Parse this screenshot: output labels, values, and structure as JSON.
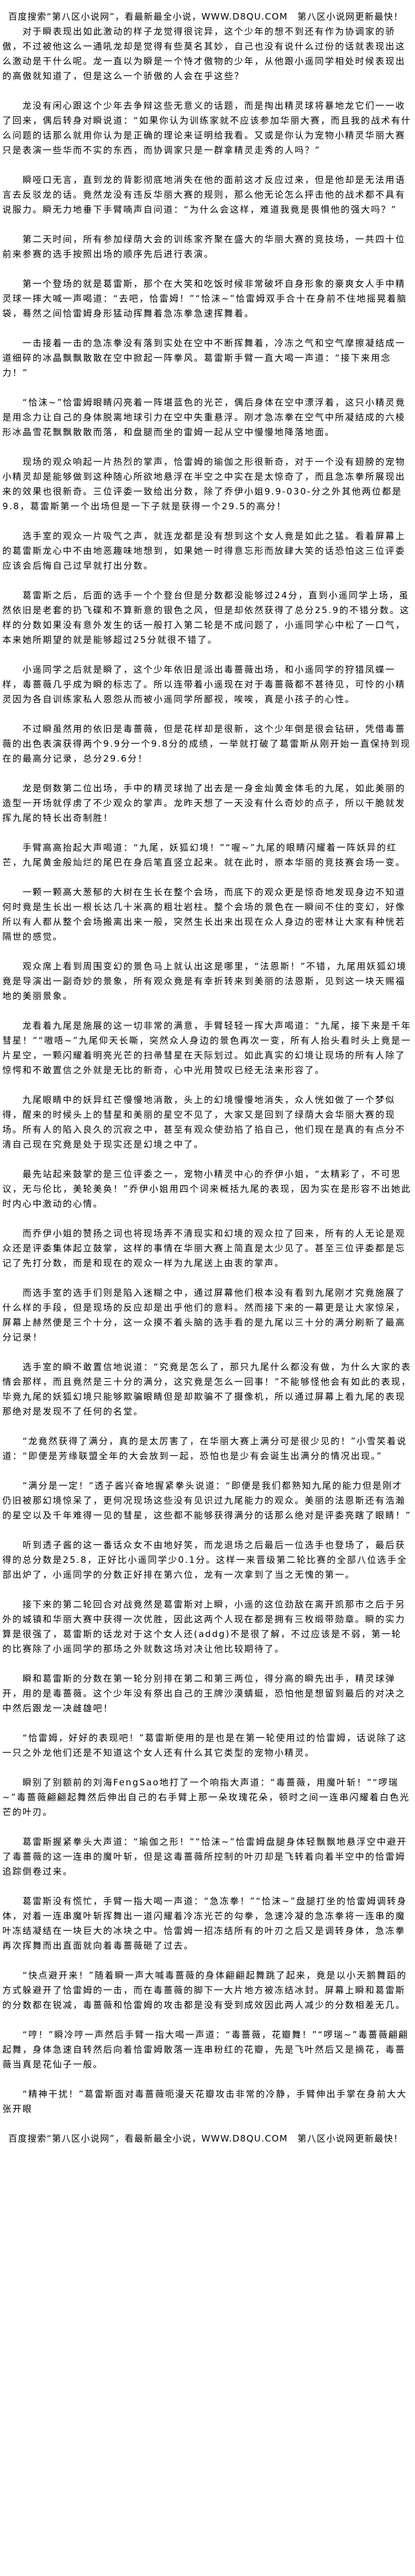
{
  "banner": {
    "top": "百度搜索“第八区小说网”，看最新最全小说，WWW.D8QU.COM　第八区小说网更新最快！",
    "bottom": "百度搜索“第八区小说网”，看最新最全小说，WWW.D8QU.COM　第八区小说网更新最快！"
  },
  "paragraphs": [
    "对于瞬表现出如此激动的样子龙觉得很诧异，这个少年的想不到还有作为协调家的骄傲，不过被他这么一通吼龙却是觉得有些莫名其妙，自己也没有说什么过份的话就表现出这么激动是干什么呢。龙一直以为瞬是一个恃才傲物的少年，从他跟小遥同学相处时候表现出的高傲就知道了，但是这么一个骄傲的人会在乎这些？",
    "龙没有闲心跟这个少年去争辩这些无意义的话题，而是掏出精灵球将暴地龙它们一一收了回来，偶后转身对瞬说道：“如果你认为训练家就不应该参加华丽大赛，而且我的战术有什么问题的话那么就用你认为是正确的理论来证明给我看。又或是你认为宠物小精灵华丽大赛只是表演一些华而不实的东西，而协调家只是一群拿精灵走秀的人吗？”",
    "瞬哑口无言，直到龙的背影彻底地消失在他的面前这才反应过来，但是他却是无法用语言去反驳龙的话。竟然龙没有违反华丽大赛的规则，那么他无论怎么抨击他的战术都不具有说服力。瞬无力地垂下手臂喃声自问道：“为什么会这样，难道我竟是畏惧他的强大吗？”",
    "第二天时间，所有参加绿荫大会的训练家齐聚在盛大的华丽大赛的竞技场，一共四十位前来参赛的选手按照出场的顺序先后进行表演。",
    "第一个登场的就是葛雷斯，那个在大笑和吃饭时候非常破坏自身形象的豪爽女人手中精灵球一摔大喊一声喝道：“去吧，恰雷姆！”“恰沫~”恰雷姆双手合十在身前不住地摇晃着脑袋，蓦然之间恰雷姆身形猛动挥舞着急冻拳急速挥舞着。",
    "一击接着一击的急冻拳没有落到实处在空中不断挥舞着，冷冻之气和空气摩擦凝结成一道细碎的冰晶飘飘散散在空中掀起一阵拳风。葛雷斯手臂一直大喝一声道：“接下来用念力！”",
    "“恰沫~”恰雷姆眼睛闪亮着一阵堪蓝色的光芒，偶后身体在空中漂浮着，这只小精灵竟是用念力让自己的身体脱离地球引力在空中失重悬浮。刚才急冻拳在空气中所凝结成的六棱形冰晶雪花飘飘散散而落，和盘腿而坐的雷姆一起从空中慢慢地降落地面。",
    "现场的观众响起一片热烈的掌声，恰雷姆的瑜伽之形很新奇，对于一个没有翅膀的宠物小精灵却是能够做到这种随心所欲地悬浮在半空之中实在是太惊奇了，而且急冻拳所展现出来的效果也很新奇。三位评委一致给出分数，除了乔伊小姐9.9-030-分之外其他两位都是9.8，葛雷斯第一个出场但是一下子就是获得一个29.5的高分！",
    "选手室的观众一片吸气之声，就连龙都是没有想到这个女人竟是如此之猛。看着屏幕上的葛雷斯龙心中不由地恶趣味地想到，如果她一时得意忘形而放肆大笑的话恐怕这三位评委应该会后悔自己过早就打出分数。",
    "葛雷斯之后，后面的选手一个个登台但是分数都没能够过24分，直到小遥同学上场，虽然依旧是老套的扔飞碟和不算新意的银色之风，但是却依然获得了总分25.9的不错分数。这样的分数如果没有意外发生的话一般打入第二轮是不成问题了，小遥同学心中松了一口气，本来她所期望的就是能够超过25分就很不错了。",
    "小遥同学之后就是瞬了，这个少年依旧是派出毒蔷薇出场，和小遥同学的狩猎凤蝶一样，毒蔷薇几乎成为瞬的标志了。所以连带着小遥现在对于毒蔷薇都不甚待见，可怜的小精灵因为各自训练家私人恩怨从而被小遥同学所鄙视，唉唉，真是小孩子的心性。",
    "不过瞬虽然用的依旧是毒蔷薇，但是花样却是很新，这个少年倒是很会钻研，凭借毒蔷薇的出色表演获得两个9.9分一个9.8分的成绩，一举就打破了葛雷斯从刚开始一直保持到现在的最高分记录，总分29.6分！",
    "龙是倒数第二位出场，手中的精灵球抛了出去是一身金灿黄金体毛的九尾，如此美丽的造型一开场就俘虏了不少观众的掌声。龙昨天想了一天没有什么奇妙的点子，所以干脆就发挥九尾的特长出奇制胜！",
    "手臂高高抬起大声喝道：“九尾，妖狐幻境！”“喔~”九尾的眼睛闪耀着一阵妖异的红芒，九尾黄金般灿烂的尾巴在身后笔直竖立起来。就在此时，原本华丽的竞技赛会场一变。",
    "一颗一颗高大葱郁的大树在生长在整个会场，而底下的观众更是惊奇地发现身边不知道何时竟是生长出一根长达几十米高的粗壮岩柱。整个会场的景色在一瞬间不住的变幻，好像所以有人都从整个会场搬离出来一般，突然生长出来出现在众人身边的密林让大家有种恍若隔世的感觉。",
    "观众席上看到周围变幻的景色马上就认出这是哪里，“法恩斯！”不错，九尾用妖狐幻境竟是导演出一副奇妙的景象，所有观众竟是有幸折转来到美丽的法恩斯，见到这一块天赐福地的美丽景象。",
    "龙看着九尾是施展的这一切非常的满意，手臂轻轻一挥大声喝道：“九尾，接下来是千年彗星！”“嗷唔~”九尾仰天长嘶，突然众人身边的景色再次一变，所有人抬头看时头上竟是一片星空，一颗闪耀着明亮光芒的扫帚彗星在天际划过。如此真实的幻境让现场的所有人除了惊愕和不敢置信之外就是无比的新奇，心中光用赞叹已经无法来形容了。",
    "九尾眼睛中的妖异红芒慢慢地消散，头上的幻境慢慢地消失，众人恍如做了一个梦似得，醒来的时候头上的彗星和美丽的星空不见了，大家又是回到了绿荫大会华丽大赛的现场。所有人的陷入良久的沉寂之中，甚至有观众使劲掐了掐自己，他们现在是真的有点分不清自己现在究竟是处于现实还是幻境之中了。",
    "最先站起来鼓掌的是三位评委之一，宠物小精灵中心的乔伊小姐，“太精彩了，不可思议，无与伦比，美轮美奂！”乔伊小姐用四个词来概括九尾的表现，因为实在是形容不出她此时内心中激动的心情。",
    "而乔伊小姐的赞扬之词也将现场弄不清现实和幻境的观众拉了回来，所有的人无论是观众还是评委集体起立鼓掌，这样的事情在华丽大赛上简直是太少见了。甚至三位评委都是忘记了先打分数，而是和现在的观众一样为九尾送上由衷的掌声。",
    "而选手室的选手们则是陷入迷糊之中，通过屏幕他们根本没有看到九尾刚才究竟施展了什么样的手段，但是现场的反应却是出乎他们的意料。然而接下来的一幕更是让大家惊呆，屏幕上赫然便是三个十分，这一众摸不着头脑的选手看的是九尾以三十分的满分刷新了最高分记录！",
    "选手室的瞬不敢置信地说道：“究竟是怎么了，那只九尾什么都没有做，为什么大家的表情会那样，而且竟然是三十分的满分，这究竟是怎么一回事！”不能够怪他会有如此的表现，毕竟九尾的妖狐幻境只能够欺骗眼睛但是却欺骗不了摄像机，所以通过屏幕上看九尾的表现那绝对是发现不了任何的名堂。",
    "“龙竟然获得了满分，真的是太厉害了，在华丽大赛上满分可是很少见的！”小雪笑着说道：“即便是芳缘联盟全年的大会放到一起，恐怕也是少有会诞生出满分的情况出现。”",
    "“满分是一定！”透子酱兴奋地握紧拳头说道：“即便是我们都熟知九尾的能力但是刚才仍旧被那幻境惊呆了，更何况现场这些没有见识过九尾能力的观众。美丽的法恩斯还有浩瀚的星空以及千年难得一见的彗星，这些都不能够获得满分的话那么绝对是评委亮瞎了眼睛！”",
    "听到透子酱的这一番话众女不由地好笑，而龙退场之后最后一位选手也登场了，最后获得的总分数是25.8，正好比小遥同学少0.1分。这样一来晋级第二轮比赛的全部八位选手全部出炉了，小遥同学的分数正好排在第六位，龙有一次拿到了当之无愧的第一。",
    "接下来的第二轮回合对战竟然是葛雷斯对上瞬，小遥的这位劲敌在离开凯那市之后于另外的城镇和华丽大赛中获得一次优胜，因此这两个人现在都是拥有三枚缎带勋章。瞬的实力算是很强了，葛雷斯的话龙对于这个女人还(addg)不是很了解，不过应该是不弱，第一轮的比赛除了小遥同学的那场之外就数这场对决让他比较期待了。",
    "瞬和葛雷斯的分数在第一轮分别排在第二和第三两位，得分高的瞬先出手，精灵球弹开，用的是毒蔷薇。这个少年没有祭出自己的王牌沙漠蜻蜓，恐怕他是想留到最后的对决之中然后跟龙一决雌雄吧！",
    "“恰雷姆，好好的表现吧！”葛雷斯使用的是也是在第一轮使用过的恰雷姆，话说除了这一只之外龙他们还是不知道这个女人还有什么其它类型的宠物小精灵。",
    "瞬别了别额前的刘海FengSao地打了一个响指大声道：“毒蔷薇，用魔叶斩！”“啰瑞~”毒蔷薇翩翩起舞然后伸出自己的右手臂上那一朵玫瑰花朵，顿时之间一连串闪耀着白色光芒的叶刃。",
    "葛雷斯握紧拳头大声道：“瑜伽之形！”“恰沫~”恰雷姆盘腿身体轻飘飘地悬浮空中避开了毒蔷薇的这一连串的魔叶斩，但是这毒蔷薇所控制的叶刃却是飞转着向着半空中的恰雷姆追踪倒卷过来。",
    "葛雷斯没有慌忙，手臂一指大喝一声道：“急冻拳！”“恰沫~”盘腿打坐的恰雷姆调转身体，对着一连串魔叶斩挥舞出一道闪耀着冷冻光芒的勾拳，急速冷凝的急冻拳将一连串的魔叶冻结凝结在一块巨大的冰块之中。恰雷姆一招冻结所有的叶刃之后又是调转身体，急冻拳再次挥舞而出直面就向着毒蔷薇砸了过去。",
    "“快点避开来！”随着瞬一声大喊毒蔷薇的身体翩翩起舞跳了起来，竟是以小天鹅舞蹈的方式躲避开了恰雷姆的一击，而在毒蔷薇的脚下一大片地方被冻结冰封。屏幕上瞬和葛雷斯的分数都在锐减，毒蔷薇和恰雷姆的攻击都是没有受到成效因此两人减少的分数相差无几。",
    "“哼！”瞬冷哼一声然后手臂一指大喝一声道：“毒蔷薇，花瓣舞！”“啰瑞~”毒蔷薇翩翩起舞，身体急速自转然后向着恰雷姆散落一连串粉红的花瓣，先是飞叶然后又是摘花，毒蔷薇当真是花仙子一般。",
    "“精神干扰！”葛雷斯面对毒蔷薇呃漫天花瓣攻击非常的冷静，手臂伸出手掌在身前大大张开眼"
  ]
}
